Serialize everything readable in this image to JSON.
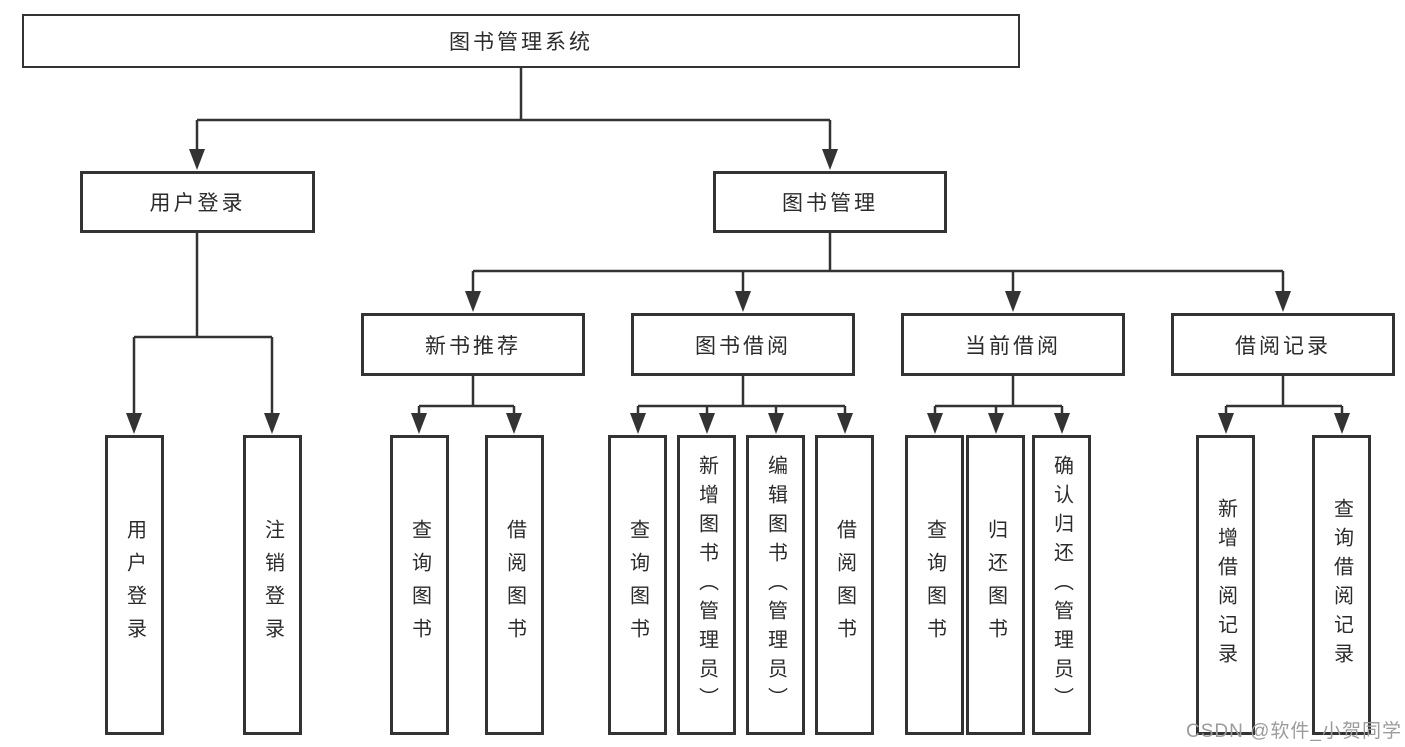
{
  "diagram": {
    "watermark": "CSDN @软件_小贺同学",
    "colors": {
      "line": "#333333",
      "box_border": "#333333",
      "text": "#2b2b2b",
      "watermark": "#9c9c9c",
      "background": "#ffffff"
    },
    "tree": {
      "root": {
        "label": "图书管理系统",
        "children": [
          {
            "label": "用户登录",
            "children": [
              {
                "label": "用户登录"
              },
              {
                "label": "注销登录"
              }
            ]
          },
          {
            "label": "图书管理",
            "children": [
              {
                "label": "新书推荐",
                "children": [
                  {
                    "label": "查询图书"
                  },
                  {
                    "label": "借阅图书"
                  }
                ]
              },
              {
                "label": "图书借阅",
                "children": [
                  {
                    "label": "查询图书"
                  },
                  {
                    "label": "新增图书（管理员）"
                  },
                  {
                    "label": "编辑图书（管理员）"
                  },
                  {
                    "label": "借阅图书"
                  }
                ]
              },
              {
                "label": "当前借阅",
                "children": [
                  {
                    "label": "查询图书"
                  },
                  {
                    "label": "归还图书"
                  },
                  {
                    "label": "确认归还（管理员）"
                  }
                ]
              },
              {
                "label": "借阅记录",
                "children": [
                  {
                    "label": "新增借阅记录"
                  },
                  {
                    "label": "查询借阅记录"
                  }
                ]
              }
            ]
          }
        ]
      }
    }
  }
}
